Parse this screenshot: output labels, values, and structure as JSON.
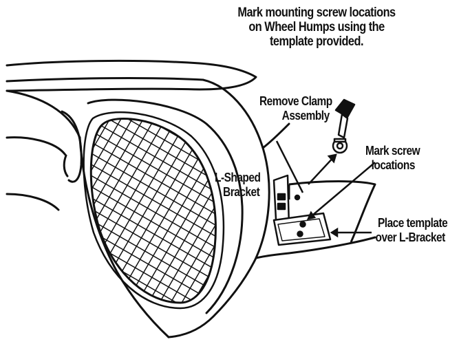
{
  "title": {
    "line1": "Mark mounting screw locations",
    "line2": "on Wheel Humps using the",
    "line3": "template provided."
  },
  "labels": {
    "remove_clamp": {
      "line1": "Remove Clamp",
      "line2": "Assembly"
    },
    "l_shaped_bracket": {
      "line1": "L-Shaped",
      "line2": "Bracket"
    },
    "mark_screw": {
      "line1": "Mark screw",
      "line2": "locations"
    },
    "place_template": {
      "line1": "Place template",
      "line2": "over L-Bracket"
    }
  },
  "colors": {
    "ink": "#111111",
    "background": "#ffffff"
  }
}
